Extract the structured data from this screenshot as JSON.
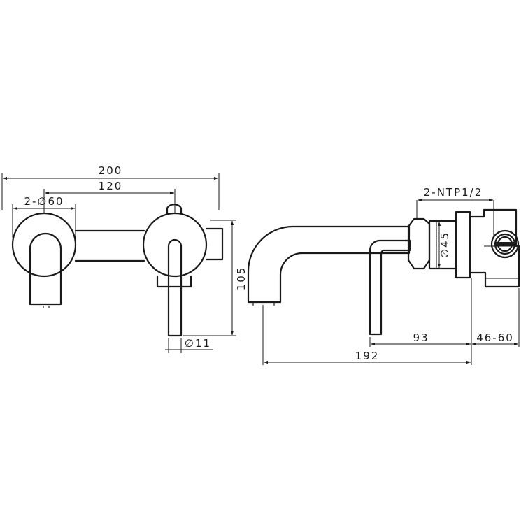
{
  "dimensions": {
    "overall_width": "200",
    "handle_spacing": "120",
    "flange_diameter": "2-∅60",
    "lever_diameter": "∅11",
    "height": "105",
    "thread": "2-NTP1/2",
    "body_diameter": "∅45",
    "lever_projection": "93",
    "wall_depth": "46-60",
    "spout_projection": "192"
  }
}
